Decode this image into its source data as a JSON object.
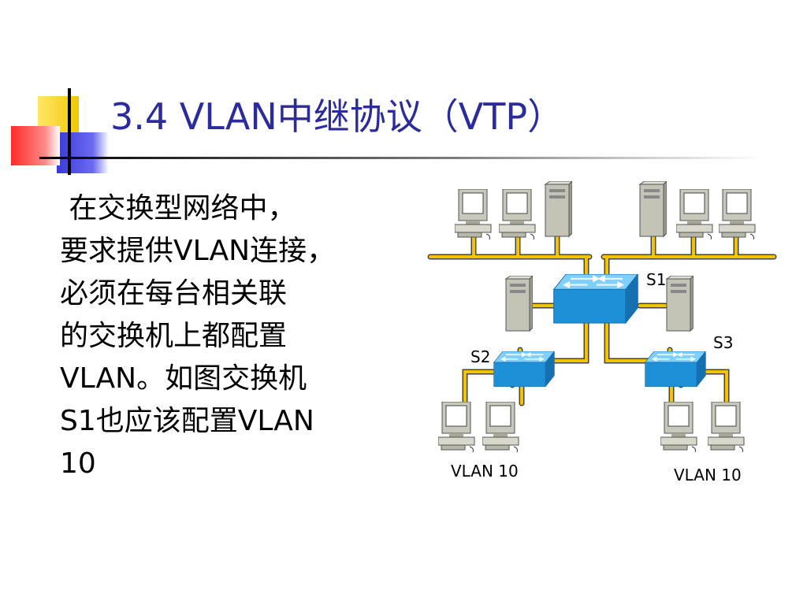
{
  "slide": {
    "title": "3.4 VLAN中继协议（VTP）",
    "body_text": " 在交换型网络中，\n要求提供VLAN连接，\n必须在每台相关联\n的交换机上都配置\nVLAN。如图交换机\nS1也应该配置VLAN\n10"
  },
  "diagram": {
    "switches": {
      "s1": "S1",
      "s2": "S2",
      "s3": "S3"
    },
    "vlan_labels": {
      "left": "VLAN 10",
      "right": "VLAN 10"
    }
  },
  "colors": {
    "title": "#2b2b9c",
    "deco_yellow": "#f6d000",
    "deco_blue": "#2323c8",
    "deco_red": "#ff3b3b",
    "cable_yellow": "#f2c400",
    "switch_blue": "#1e90d8"
  },
  "icons": {
    "workstation": "workstation-icon",
    "server": "server-tower-icon",
    "switch": "switch-icon"
  }
}
